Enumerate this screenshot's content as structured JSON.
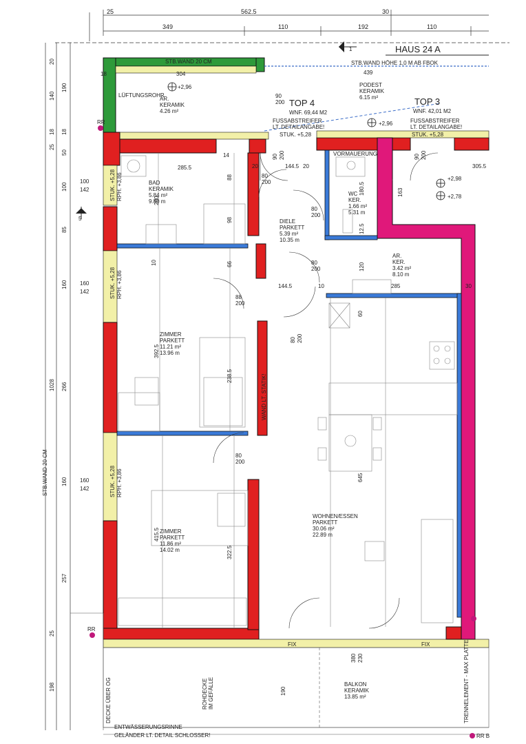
{
  "header": {
    "house_title": "HAUS 24 A",
    "top_dims": [
      "349",
      "110",
      "192",
      "110"
    ],
    "top_dims_row0": [
      "25",
      "562.5",
      "30"
    ],
    "stb_wall_label": "STB.WAND 20 CM",
    "stb_wall_height_label": "STB.WAND HÖHE 1,0 M AB FBOK",
    "section_marker_1": "1",
    "section_marker_5": "5"
  },
  "units": {
    "top4": {
      "title": "TOP 4",
      "area": "WNF. 69,44 M2"
    },
    "top3": {
      "title": "TOP 3",
      "area": "WNF. 42,01 M2"
    }
  },
  "notes": {
    "fussab_1": "FUSSABSTREIFER",
    "fussab_2": "LT. DETAILANGABE!",
    "stuk_528": "STUK. +5,28",
    "wand_statik": "WAND LT. STATIK!",
    "vormauerung": "VORMAUERUNG",
    "entwaesserung": "ENTWÄSSERUNGSRINNE",
    "gelaender": "GELÄNDER LT. DETAIL SCHLOSSER!",
    "deckeuber": "DECKE ÜBER OG",
    "rohdecke_1": "ROHDECKE",
    "rohdecke_2": "IM GEFÄLLE",
    "trennelement": "TRENNELEMENT - MAX PLATTE",
    "lueftung": "LÜFTUNGSROHR",
    "stbwand_left": "STB.WAND 20 CM",
    "fix": "FIX",
    "rr": "RR",
    "rr_b": "RR B",
    "stuk_left": "STUK. +5,28",
    "rph_left": "RPH. +3,86"
  },
  "rooms": {
    "ar_top": {
      "name": "AR.",
      "floor": "KERAMIK",
      "area": "4.26 m²",
      "level": "+2,96"
    },
    "podest": {
      "name": "PODEST",
      "floor": "KERAMIK",
      "area": "6.15 m²",
      "num": "439"
    },
    "bad": {
      "name": "BAD",
      "floor": "KERAMIK",
      "area": "5.84 m²",
      "perim": "9.80 m"
    },
    "wc": {
      "name": "WC",
      "floor": "KER.",
      "area": "1.66 m²",
      "perim": "5.31 m"
    },
    "diele": {
      "name": "DIELE",
      "floor": "PARKETT",
      "area": "5.39 m²",
      "perim": "10.35 m"
    },
    "ar_mid": {
      "name": "AR.",
      "floor": "KER.",
      "area": "3.42 m²",
      "perim": "8.10 m"
    },
    "zimmer1": {
      "name": "ZIMMER",
      "floor": "PARKETT",
      "area": "11.21 m²",
      "perim": "13.96 m"
    },
    "zimmer2": {
      "name": "ZIMMER",
      "floor": "PARKETT",
      "area": "11.86 m²",
      "perim": "14.02 m"
    },
    "wohnen": {
      "name": "WOHNEN/ESSEN",
      "floor": "PARKETT",
      "area": "30.06 m²",
      "perim": "22.89 m"
    },
    "balkon": {
      "name": "BALKON",
      "floor": "KERAMIK",
      "area": "13.85 m²"
    }
  },
  "levels": {
    "podest_level": "+2,96",
    "top3_a": "+2,98",
    "top3_b": "+2,78"
  },
  "left_dims": [
    "20",
    "190",
    "140",
    "18",
    "18",
    "25",
    "50",
    "100",
    "85",
    "160",
    "266",
    "160",
    "257",
    "25",
    "198",
    "1028"
  ],
  "inner_dims": {
    "d304": "304",
    "d18": "18",
    "d285_5": "285.5",
    "d14": "14",
    "d20a": "20",
    "d20b": "20",
    "d144_5a": "144.5",
    "d144_5b": "144.5",
    "d305_5": "305.5",
    "d163": "163",
    "d180_5": "180.5",
    "d12_5": "12.5",
    "d120": "120",
    "d285": "285",
    "d30": "30",
    "d10a": "10",
    "d10b": "10",
    "d392_5": "392.5",
    "d238_5": "238.5",
    "d415_5": "415.5",
    "d322_5": "322.5",
    "d645": "645",
    "d190": "190",
    "d380": "380",
    "d230": "230",
    "d60": "60",
    "d66": "66",
    "d88": "88",
    "d98": "98",
    "d200": "200",
    "d142": "142",
    "d160": "160",
    "d100": "100",
    "d80": "80"
  },
  "doors": {
    "d90_200": [
      "90",
      "200"
    ],
    "d80_200": [
      "80",
      "200"
    ],
    "d88_200": [
      "88",
      "200"
    ]
  }
}
